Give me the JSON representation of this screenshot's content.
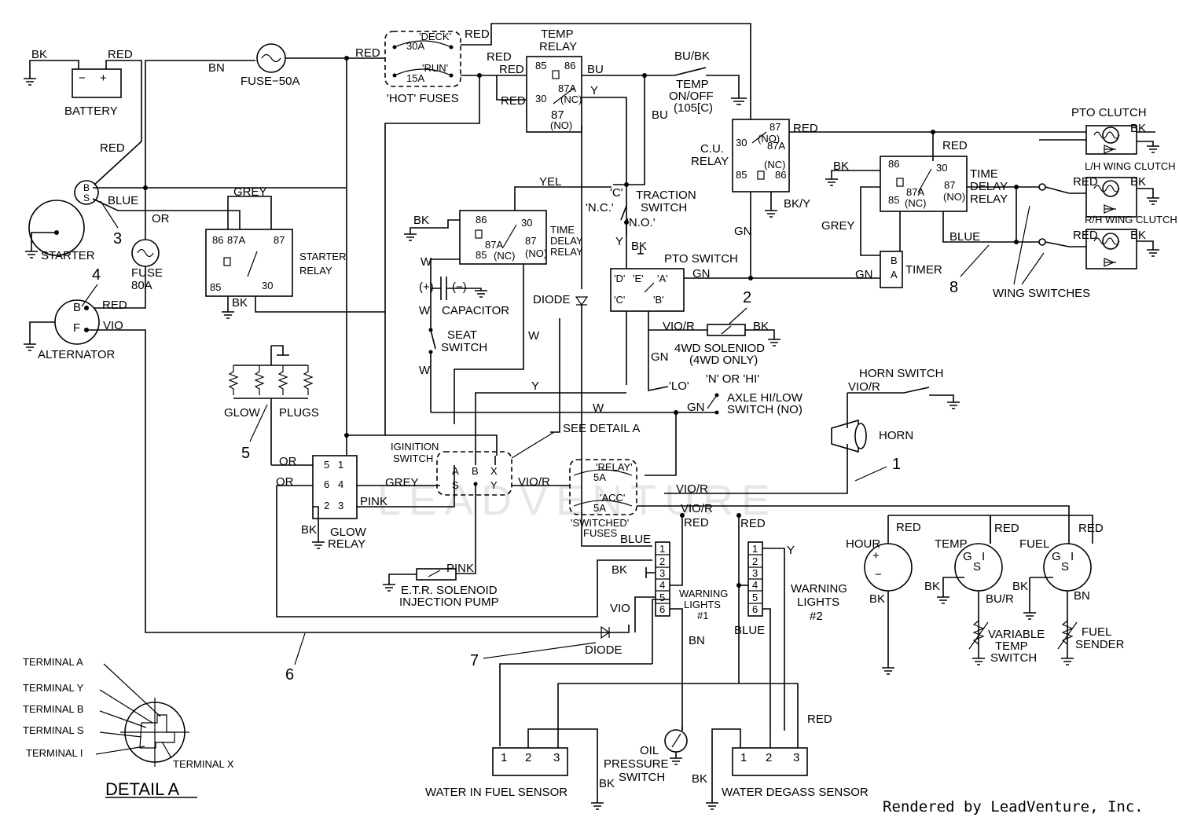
{
  "title": "",
  "watermark": "LEADVENTURE",
  "credit": "Rendered by LeadVenture, Inc.",
  "detail_title": "DETAIL A",
  "labels": {
    "bk": "BK",
    "red": "RED",
    "bn": "BN",
    "blue": "BLUE",
    "or": "OR",
    "grey": "GREY",
    "yel": "YEL",
    "y": "Y",
    "w": "W",
    "gn": "GN",
    "vio": "VIO",
    "vio_r": "VIO/R",
    "pink": "PINK",
    "bu": "BU",
    "bu_bk": "BU/BK",
    "bk_y": "BK/Y",
    "bu_r": "BU/R",
    "battery": "BATTERY",
    "minus": "−",
    "plus": "+",
    "fuse50": "FUSE−50A",
    "fuse80_1": "FUSE",
    "fuse80_2": "80A",
    "starter": "STARTER",
    "alternator": "ALTERNATOR",
    "b": "B",
    "s": "S",
    "f": "F",
    "a": "A",
    "x": "X",
    "i": "I",
    "g": "G",
    "hot_fuses": "'HOT' FUSES",
    "deck": "'DECK'",
    "run": "'RUN'",
    "a30": "30A",
    "a15": "15A",
    "temp_relay_1": "TEMP",
    "temp_relay_2": "RELAY",
    "t85": "85",
    "t86": "86",
    "t87a": "87A",
    "t30": "30",
    "t87": "87",
    "nc": "(NC)",
    "no": "(NO)",
    "temp_sw_1": "TEMP",
    "temp_sw_2": "ON/OFF",
    "temp_sw_3": "(105[C)",
    "cu_1": "C.U.",
    "cu_2": "RELAY",
    "pto_clutch": "PTO CLUTCH",
    "lh_clutch": "L/H WING CLUTCH",
    "rh_clutch": "R/H WING CLUTCH",
    "tdr_1": "TIME",
    "tdr_2": "DELAY",
    "tdr_3": "RELAY",
    "timer": "TIMER",
    "wing_switches": "WING SWITCHES",
    "traction_1": "TRACTION",
    "traction_2": "SWITCH",
    "c_q": "'C'",
    "nc_q": "'N.C.'",
    "no_q": "'N.O.'",
    "pto_switch": "PTO SWITCH",
    "d_q": "'D'",
    "e_q": "'E'",
    "a_q": "'A'",
    "cc_q": "'C'",
    "b_q": "'B'",
    "starter_relay_1": "STARTER",
    "starter_relay_2": "RELAY",
    "capacitor": "CAPACITOR",
    "cap_plus": "(+)",
    "cap_minus": "(−)",
    "seat_1": "SEAT",
    "seat_2": "SWITCH",
    "diode": "DIODE",
    "sol_4wd_1": "4WD SOLENIOD",
    "sol_4wd_2": "(4WD ONLY)",
    "axle_lo": "'LO'",
    "axle_n": "'N' OR 'HI'",
    "axle_1": "AXLE HI/LOW",
    "axle_2": "SWITCH (NO)",
    "horn_switch": "HORN SWITCH",
    "horn": "HORN",
    "glow_plugs_1": "GLOW",
    "glow_plugs_2": "PLUGS",
    "see_detail": "SEE DETAIL A",
    "ign_1": "IGINITION",
    "ign_2": "SWITCH",
    "g5": "5",
    "g1": "1",
    "g6": "6",
    "g4": "4",
    "g2": "2",
    "g3": "3",
    "glow_relay_1": "GLOW",
    "glow_relay_2": "RELAY",
    "sf_relay": "'RELAY'",
    "sf_acc": "'ACC'",
    "a5": "5A",
    "sf_1": "'SWITCHED'",
    "sf_2": "FUSES",
    "etr_1": "E.T.R. SOLENOID",
    "etr_2": "INJECTION PUMP",
    "wl1_1": "WARNING",
    "wl1_2": "LIGHTS",
    "wl1_3": "#1",
    "wl2_1": "WARNING",
    "wl2_2": "LIGHTS",
    "wl2_3": "#2",
    "hour": "HOUR",
    "temp_g": "TEMP",
    "fuel_g": "FUEL",
    "var_1": "VARIABLE",
    "var_2": "TEMP",
    "var_3": "SWITCH",
    "fs_1": "FUEL",
    "fs_2": "SENDER",
    "oil_1": "OIL",
    "oil_2": "PRESSURE",
    "oil_3": "SWITCH",
    "wif": "WATER IN FUEL SENSOR",
    "wds": "WATER DEGASS SENSOR",
    "p1": "1",
    "p2": "2",
    "p3": "3",
    "p4": "4",
    "p5": "5",
    "p6": "6",
    "term_a": "TERMINAL A",
    "term_y": "TERMINAL Y",
    "term_b": "TERMINAL B",
    "term_s": "TERMINAL S",
    "term_i": "TERMINAL I",
    "term_x": "TERMINAL X"
  },
  "callouts": {
    "c1": "1",
    "c2": "2",
    "c3": "3",
    "c4": "4",
    "c5": "5",
    "c6": "6",
    "c7": "7",
    "c8": "8"
  }
}
